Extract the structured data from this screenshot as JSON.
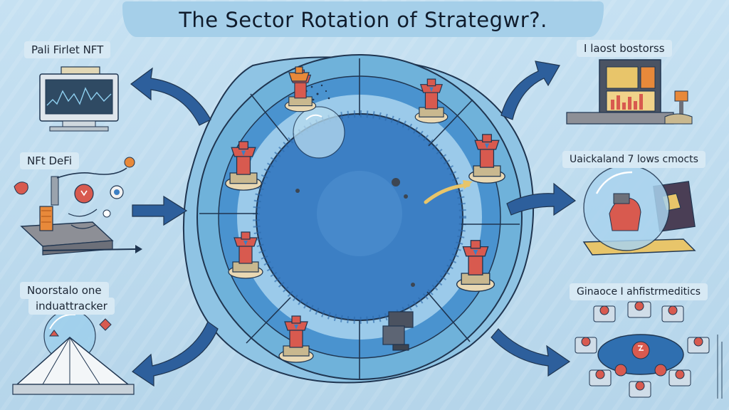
{
  "title": "The Sector Rotation of Strategwr?.",
  "labels": {
    "top_left": "Pali Firlet NFT",
    "mid_left": "NFt DeFi",
    "bottom_left_line1": "Noorstalo one",
    "bottom_left_line2": "induattracker",
    "top_right": "I laost bostorss",
    "mid_right": "Uaickaland 7 lows cmocts",
    "bottom_right": "Ginaoce I ahfistrmeditics"
  },
  "palette": {
    "background": "#b9d8ec",
    "ring_light": "#6fb2da",
    "ring_dark": "#2f6fb0",
    "core": "#3c7fc4",
    "arrow": "#2d5f9c",
    "figure": "#d85a4f",
    "accent_orange": "#e8893a",
    "accent_gold": "#e8c56a"
  },
  "icons": [
    "computer-monitor-chart-icon",
    "defi-machine-network-icon",
    "crystal-ball-tracker-icon",
    "trading-terminal-icon",
    "glass-dome-globe-icon",
    "token-coin-network-icon",
    "sector-figure-icon",
    "curved-arrow-icon"
  ]
}
